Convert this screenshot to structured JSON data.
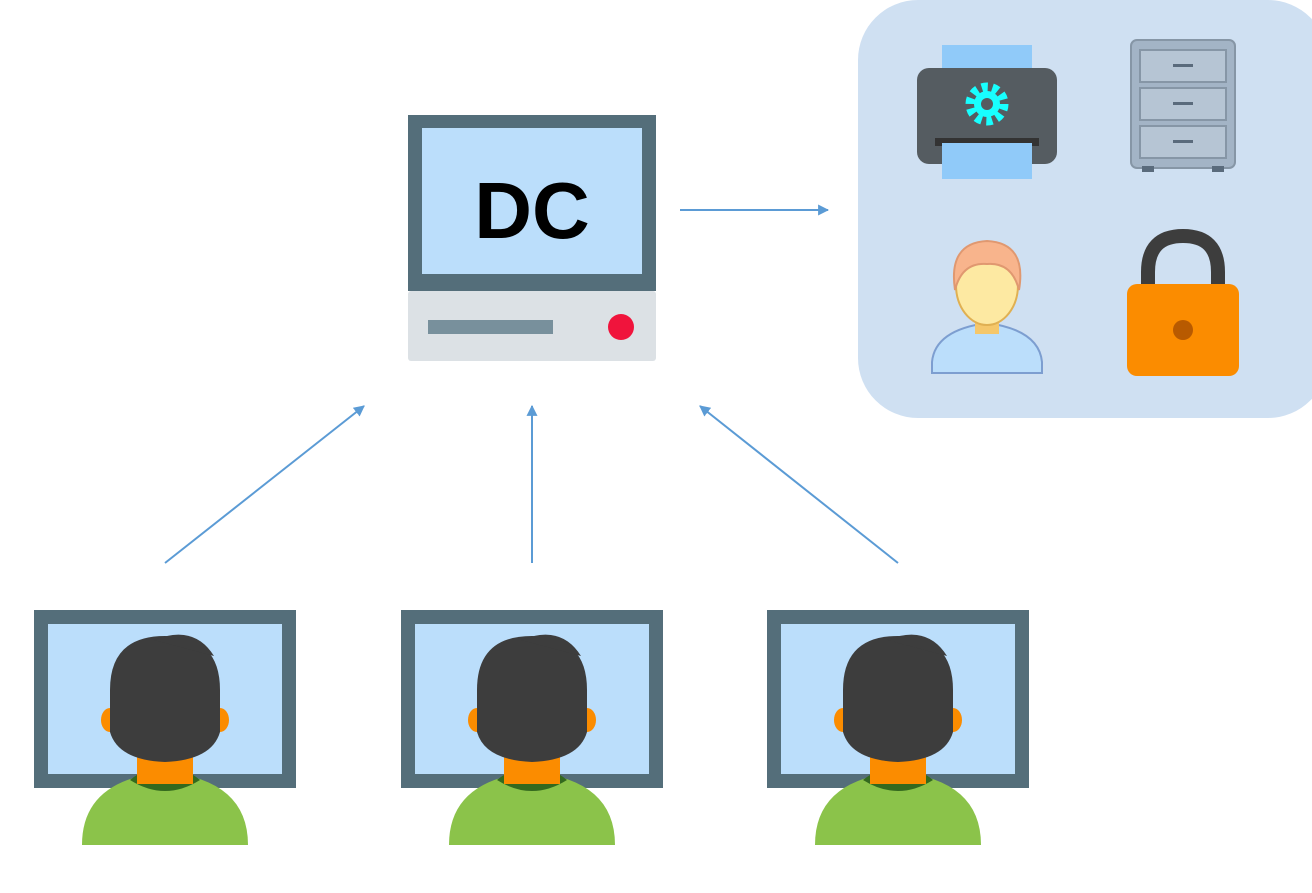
{
  "dc_server": {
    "label": "DC"
  },
  "resources": [
    "printer",
    "file-cabinet",
    "user",
    "lock"
  ],
  "clients": [
    "workstation-1",
    "workstation-2",
    "workstation-3"
  ],
  "colors": {
    "monitor_frame": "#546e7a",
    "screen": "#bbdefb",
    "base": "#dce1e5",
    "power_led": "#f0143c",
    "arrow": "#5b9bd5",
    "resource_panel": "#cfe0f2",
    "printer_body": "#555c61",
    "gear": "#18ffff",
    "lock": "#fb8c00",
    "hair": "#3d3d3d",
    "neck": "#fb8c00",
    "shirt": "#8bc34a"
  }
}
